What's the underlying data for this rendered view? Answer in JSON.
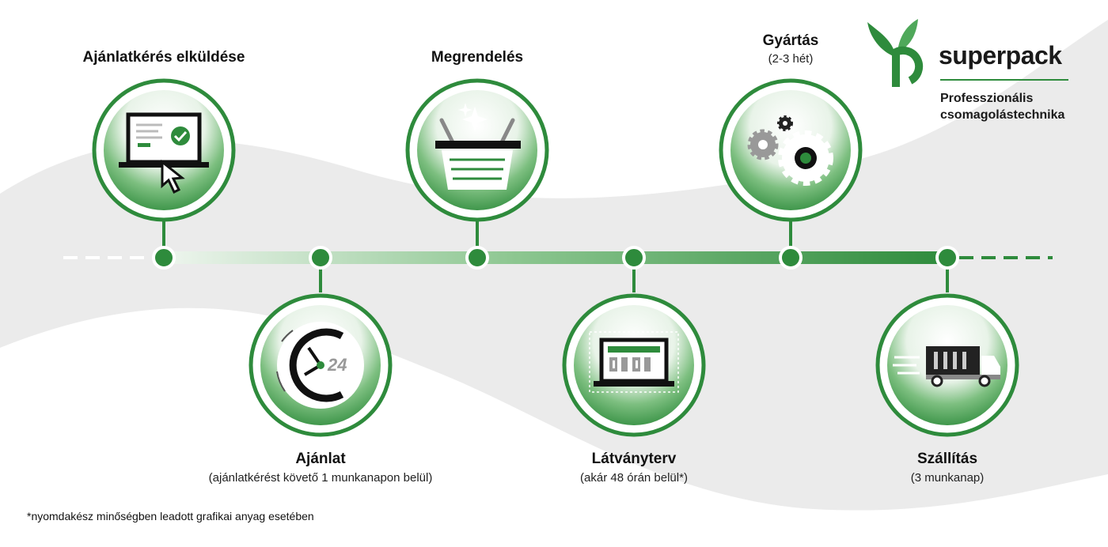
{
  "logo": {
    "name": "superpack",
    "tagline_line1": "Professzionális",
    "tagline_line2": "csomagolástechnika",
    "brand_color": "#2e8b3c"
  },
  "steps": [
    {
      "title": "Ajánlatkérés elküldése",
      "subtitle": "",
      "icon": "laptop-checkmark-icon"
    },
    {
      "title": "Ajánlat",
      "subtitle": "(ajánlatkérést követő 1 munkanapon belül)",
      "icon": "clock-24-icon"
    },
    {
      "title": "Megrendelés",
      "subtitle": "",
      "icon": "shopping-basket-icon"
    },
    {
      "title": "Látványterv",
      "subtitle": "(akár 48 órán belül*)",
      "icon": "laptop-design-icon"
    },
    {
      "title": "Gyártás",
      "subtitle": "(2-3 hét)",
      "icon": "gears-icon"
    },
    {
      "title": "Szállítás",
      "subtitle": "(3 munkanap)",
      "icon": "delivery-truck-icon"
    }
  ],
  "clock_label": "24",
  "footnote": "*nyomdakész minőségben leadott grafikai anyag esetében",
  "colors": {
    "green_dark": "#2e8b3c",
    "green_light": "#6ab96f",
    "wave_gray": "#e9e9e9"
  }
}
